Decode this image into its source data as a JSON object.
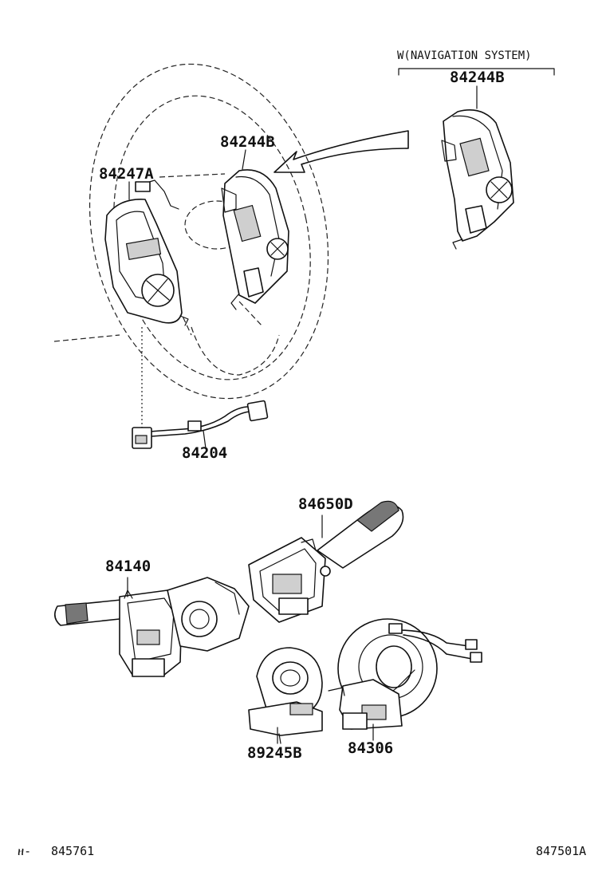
{
  "labels": {
    "nav_note": "W(NAVIGATION SYSTEM)",
    "nav_part": "84244B",
    "switch_right": "84244B",
    "switch_left": "84247A",
    "harness": "84204",
    "wiper_switch": "84650D",
    "turn_switch": "84140",
    "sensor": "89245B",
    "spiral_cable": "84306"
  },
  "footer": {
    "ref_left": "845761",
    "ref_left_prefix": "ዘ-",
    "ref_right": "847501A"
  }
}
